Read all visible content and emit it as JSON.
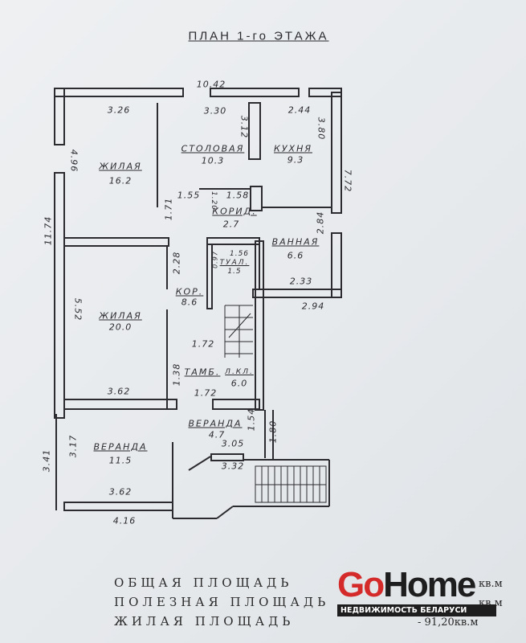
{
  "title": "ПЛАН 1-го ЭТАЖА",
  "rooms": [
    {
      "name": "ЖИЛАЯ",
      "area": "16.2"
    },
    {
      "name": "СТОЛОВАЯ",
      "area": "10.3"
    },
    {
      "name": "КУХНЯ",
      "area": "9.3"
    },
    {
      "name": "КОРИД.",
      "area": "2.7"
    },
    {
      "name": "ВАННАЯ",
      "area": "6.6"
    },
    {
      "name": "ТУАЛ.",
      "area": "1.5"
    },
    {
      "name": "КОР.",
      "area": "8.6"
    },
    {
      "name": "ЖИЛАЯ",
      "area": "20.0"
    },
    {
      "name": "ТАМБ.",
      "area": ""
    },
    {
      "name": "Л.КЛ.",
      "area": "6.0"
    },
    {
      "name": "ВЕРАНДА",
      "area": "4.7"
    },
    {
      "name": "ВЕРАНДА",
      "area": "11.5"
    }
  ],
  "dimensions": [
    "10.42",
    "3.26",
    "3.30",
    "3.12",
    "2.44",
    "3.80",
    "4.96",
    "7.72",
    "11.74",
    "1.71",
    "1.55",
    "1.20",
    "1.58",
    "2.84",
    "1.56",
    "0.97",
    "2.28",
    "2.33",
    "2.94",
    "5.52",
    "1.72",
    "1.38",
    "3.62",
    "1.72",
    "1.54",
    "1.80",
    "3.05",
    "3.32",
    "3.41",
    "3.17",
    "3.62",
    "4.16"
  ],
  "summary": [
    {
      "label": "ОБЩАЯ ПЛОЩАДЬ",
      "value": "кв.м"
    },
    {
      "label": "ПОЛЕЗНАЯ ПЛОЩАДЬ",
      "value": "кв.м"
    },
    {
      "label": "ЖИЛАЯ ПЛОЩАДЬ",
      "value": "- 91,20кв.м"
    }
  ],
  "watermark": {
    "brand_a": "Go",
    "brand_b": "Home",
    "tagline": "НЕДВИЖИМОСТЬ БЕЛАРУСИ",
    "brand_color": "#d42a2a"
  }
}
